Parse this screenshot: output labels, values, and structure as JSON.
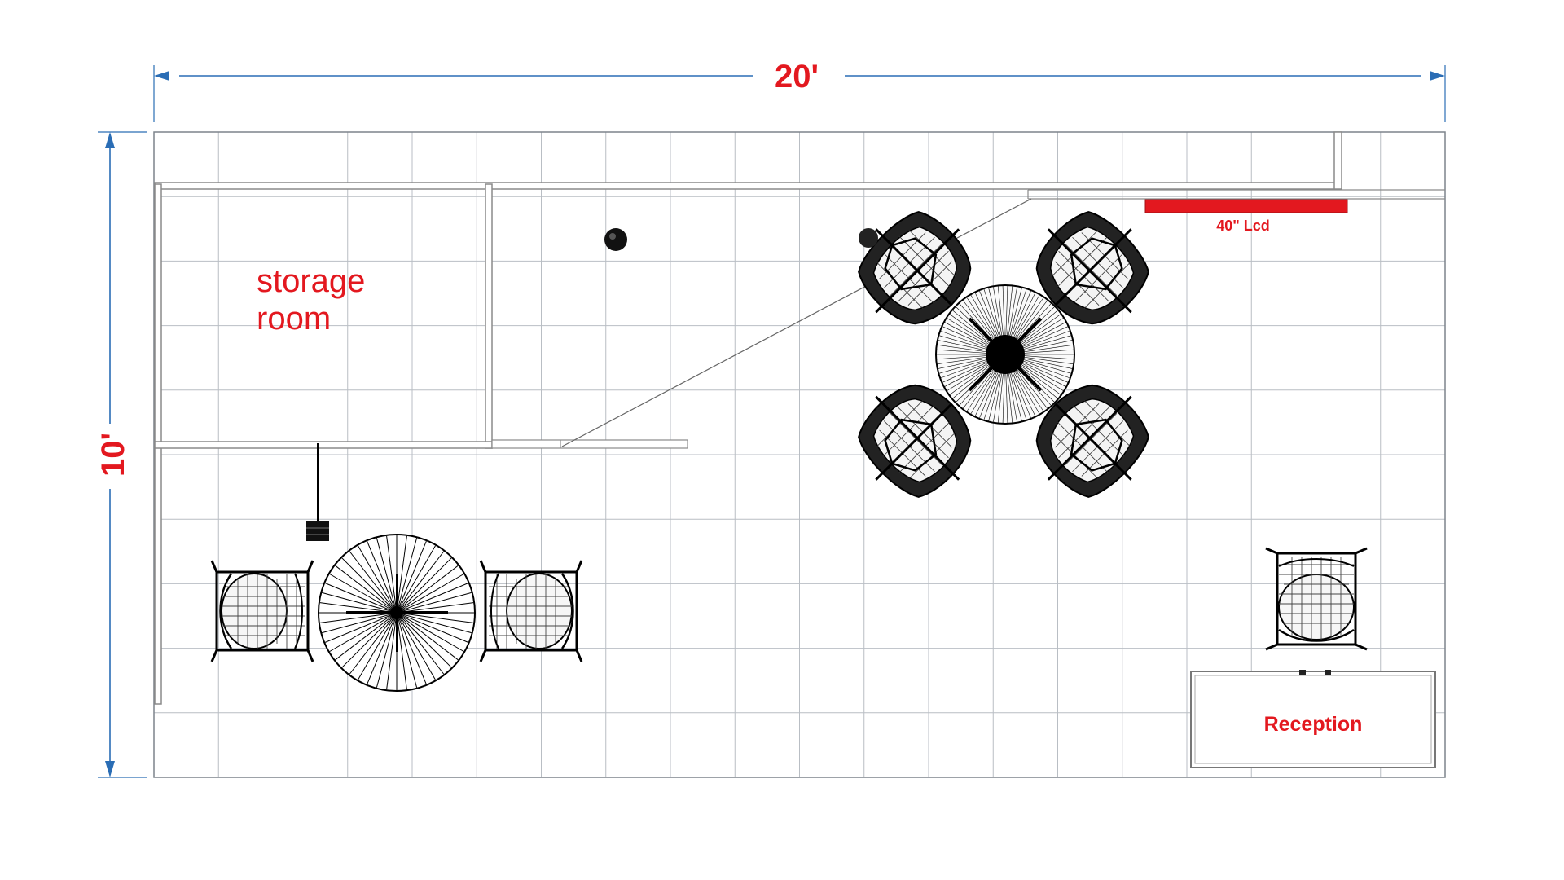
{
  "dimensions": {
    "width_label": "20'",
    "height_label": "10'"
  },
  "rooms": {
    "storage_line1": "storage",
    "storage_line2": "room"
  },
  "labels": {
    "lcd": "40\" Lcd",
    "reception": "Reception"
  },
  "grid": {
    "columns": 20,
    "rows": 10
  },
  "colors": {
    "accent_red": "#e3181f",
    "dimension_blue": "#2a6db5",
    "grid_line": "#b9bec4",
    "wall": "#8a8a8a",
    "furniture": "#1a1a1a"
  },
  "icons": {
    "dimension_arrow": "arrow-head-icon",
    "ceiling_light": "pendant-lamp-icon",
    "post": "post-icon"
  }
}
